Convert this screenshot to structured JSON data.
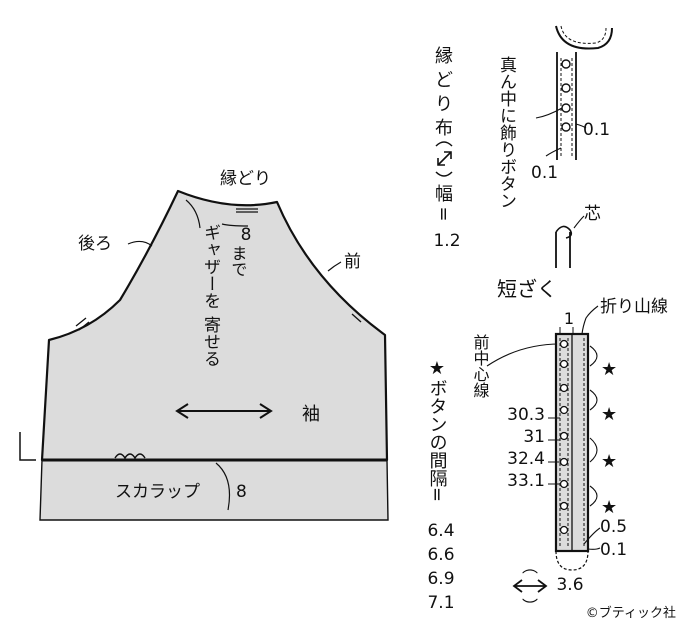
{
  "sleeve": {
    "edge_binding": "縁どり",
    "back": "後ろ",
    "front": "前",
    "gather_amount": "8",
    "gather_note_1": "ギャザーを",
    "gather_note_2": "寄せる",
    "gather_suffix": "まで",
    "sleeve_label": "袖",
    "scallop": "スカラップ",
    "scallop_value": "8"
  },
  "binding": {
    "label_1": "縁",
    "label_2": "ど",
    "label_3": "り",
    "label_4": "布",
    "label_arrow": "↗",
    "label_5": "幅",
    "label_6": "=",
    "width_value": "1.2"
  },
  "center_buttons": {
    "label": "真ん中に飾りボタン",
    "value_a": "0.1",
    "value_b": "0.1",
    "core": "芯"
  },
  "placket": {
    "title": "短ざく",
    "fold_line": "折り山線",
    "center_front_line": "前中心線",
    "top_value": "1",
    "measurements": [
      "30.3",
      "31",
      "32.4",
      "33.1"
    ],
    "star": "★",
    "star_heading": "★ボタンの間隔=",
    "spacing_values": [
      "6.4",
      "6.6",
      "6.9",
      "7.1"
    ],
    "edge_value": "0.5",
    "bottom_value": "0.1",
    "width_value": "3.6",
    "paren_open": "︵",
    "paren_close": "︶"
  },
  "credit": "©ブティック社"
}
